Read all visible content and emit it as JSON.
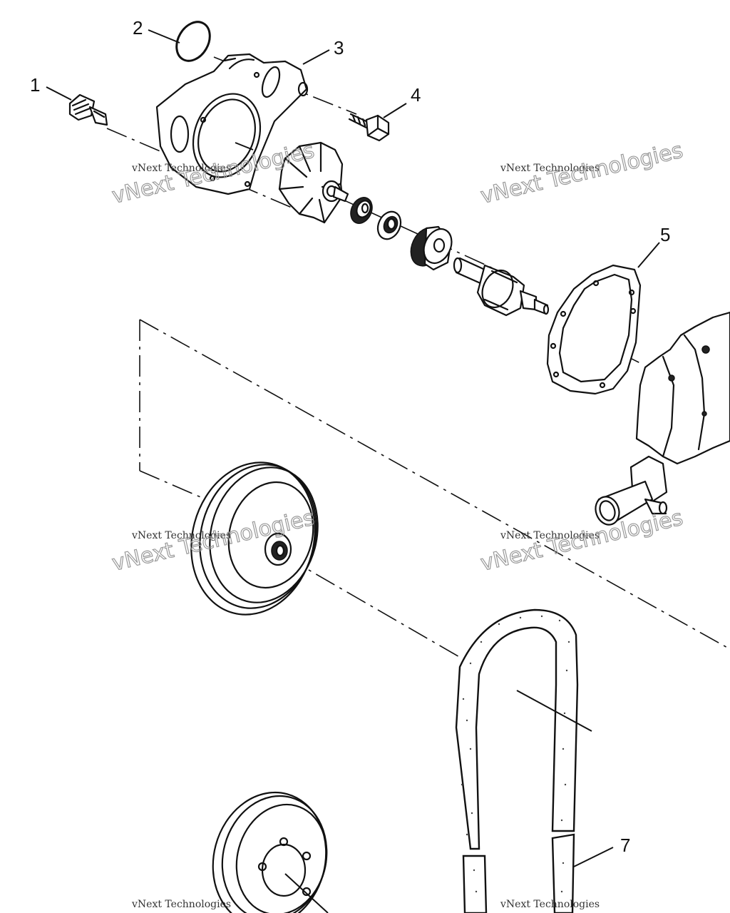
{
  "callouts": {
    "n1": "1",
    "n2": "2",
    "n3": "3",
    "n4": "4",
    "n5": "5",
    "n7": "7"
  },
  "watermark": {
    "line1": "vNext Technologies",
    "line2": "vNext Technologies"
  },
  "colors": {
    "ink": "#111111",
    "paper": "#ffffff",
    "watermark": "#999999"
  }
}
